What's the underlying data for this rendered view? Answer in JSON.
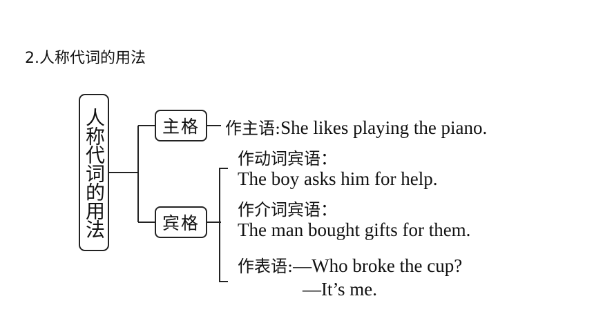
{
  "heading": "2.人称代词的用法",
  "root": "人称代词的用法",
  "nominative": {
    "label": "主格",
    "usage": "作主语:",
    "example": "She likes playing the piano."
  },
  "objective": {
    "label": "宾格",
    "verb_object": {
      "usage": "作动词宾语：",
      "example": "The boy asks him for help."
    },
    "prep_object": {
      "usage": "作介词宾语：",
      "example": "The man bought gifts for them."
    },
    "predicative": {
      "usage": "作表语:",
      "line1": "—Who broke the cup?",
      "line2": "—It’s me."
    }
  }
}
